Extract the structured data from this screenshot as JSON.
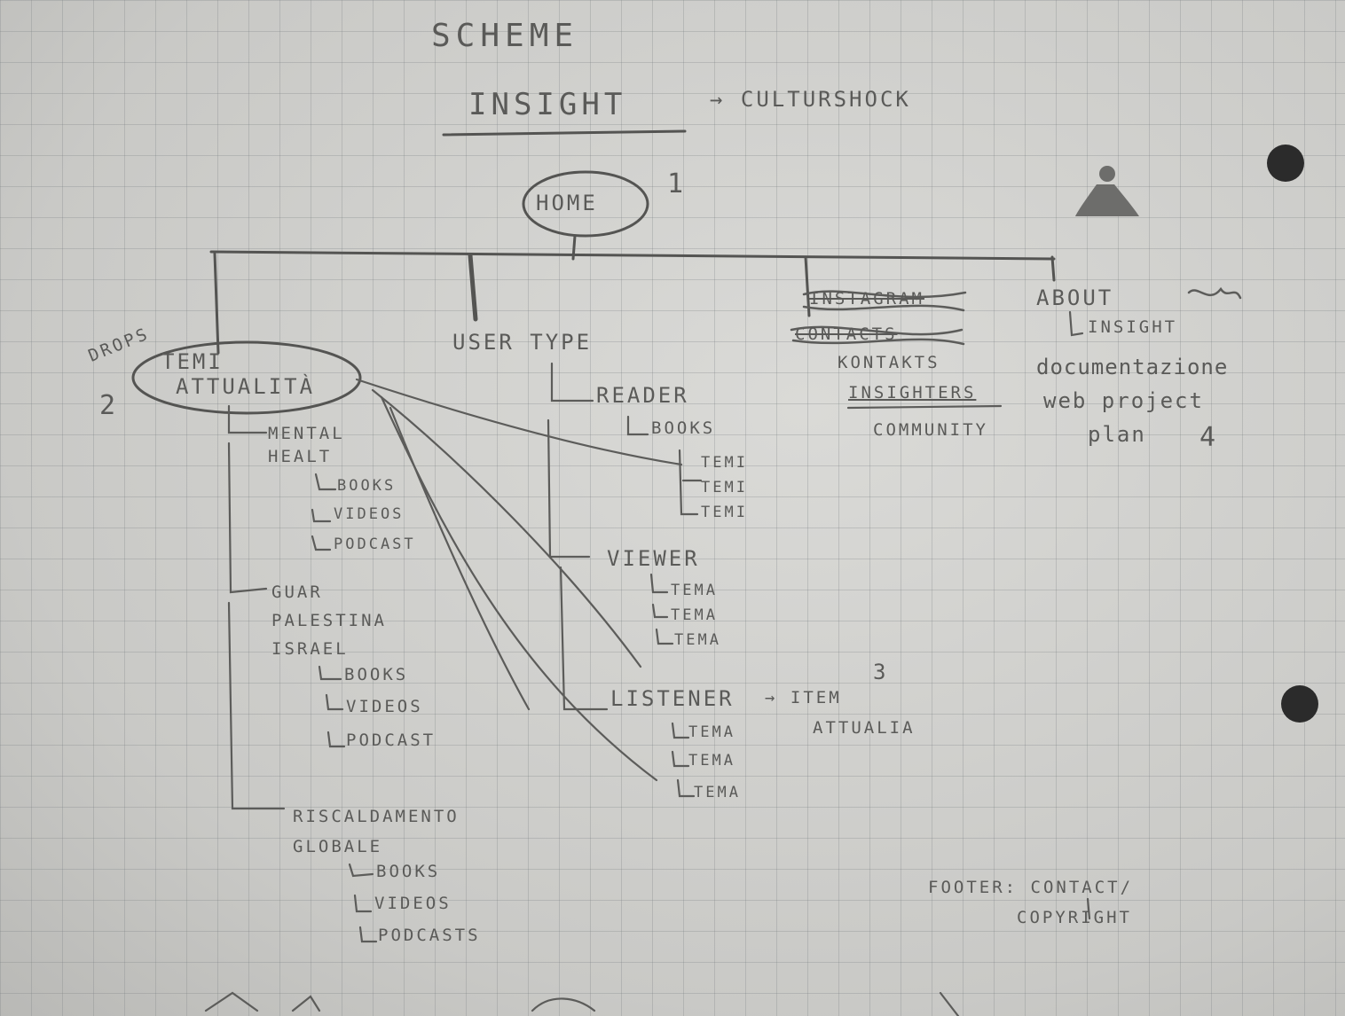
{
  "header": {
    "title": "SCHEME",
    "subtitle": "INSIGHT",
    "arrow_note": "→ CULTURSHOCK"
  },
  "home": {
    "label": "HOME",
    "number": "1"
  },
  "branches": {
    "temi": {
      "label_line1": "TEMI",
      "label_line2": "ATTUALITÀ",
      "number": "2",
      "side_note": "DROPS",
      "topics": [
        {
          "title": "MENTAL HEALT",
          "items": [
            "BOOKS",
            "VIDEOS",
            "PODCAST"
          ]
        },
        {
          "title": "GUAR PALESTINA ISRAEL",
          "items": [
            "BOOKS",
            "VIDEOS",
            "PODCAST"
          ]
        },
        {
          "title": "RISCALDAMENTO GLOBALE",
          "items": [
            "BOOKS",
            "VIDEOS",
            "PODCASTS"
          ]
        }
      ]
    },
    "user_type": {
      "label": "USER TYPE",
      "reader": {
        "label": "READER",
        "sub": "BOOKS",
        "items": [
          "TEMI",
          "TEMI",
          "TEMI"
        ]
      },
      "viewer": {
        "label": "VIEWER",
        "items": [
          "TEMA",
          "TEMA",
          "TEMA"
        ]
      },
      "listener": {
        "label": "LISTENER",
        "arrow_note": "→ ITEM",
        "note2": "ATTUALIA",
        "number": "3",
        "items": [
          "TEMA",
          "TEMA",
          "TEMA"
        ]
      }
    },
    "contacts": {
      "scribbled_1": "INSTAGRAM",
      "scribbled_2": "CONTACTS",
      "line3": "KONTAKTS",
      "line4": "INSIGHTERS",
      "line5": "COMMUNITY"
    },
    "about": {
      "line1": "ABOUT",
      "line2": "INSIGHT",
      "line3": "documentazione",
      "line4": "web project",
      "line5": "plan",
      "number": "4"
    }
  },
  "footer": {
    "line1": "FOOTER: CONTACT/",
    "line2": "COPYRIGHT"
  }
}
